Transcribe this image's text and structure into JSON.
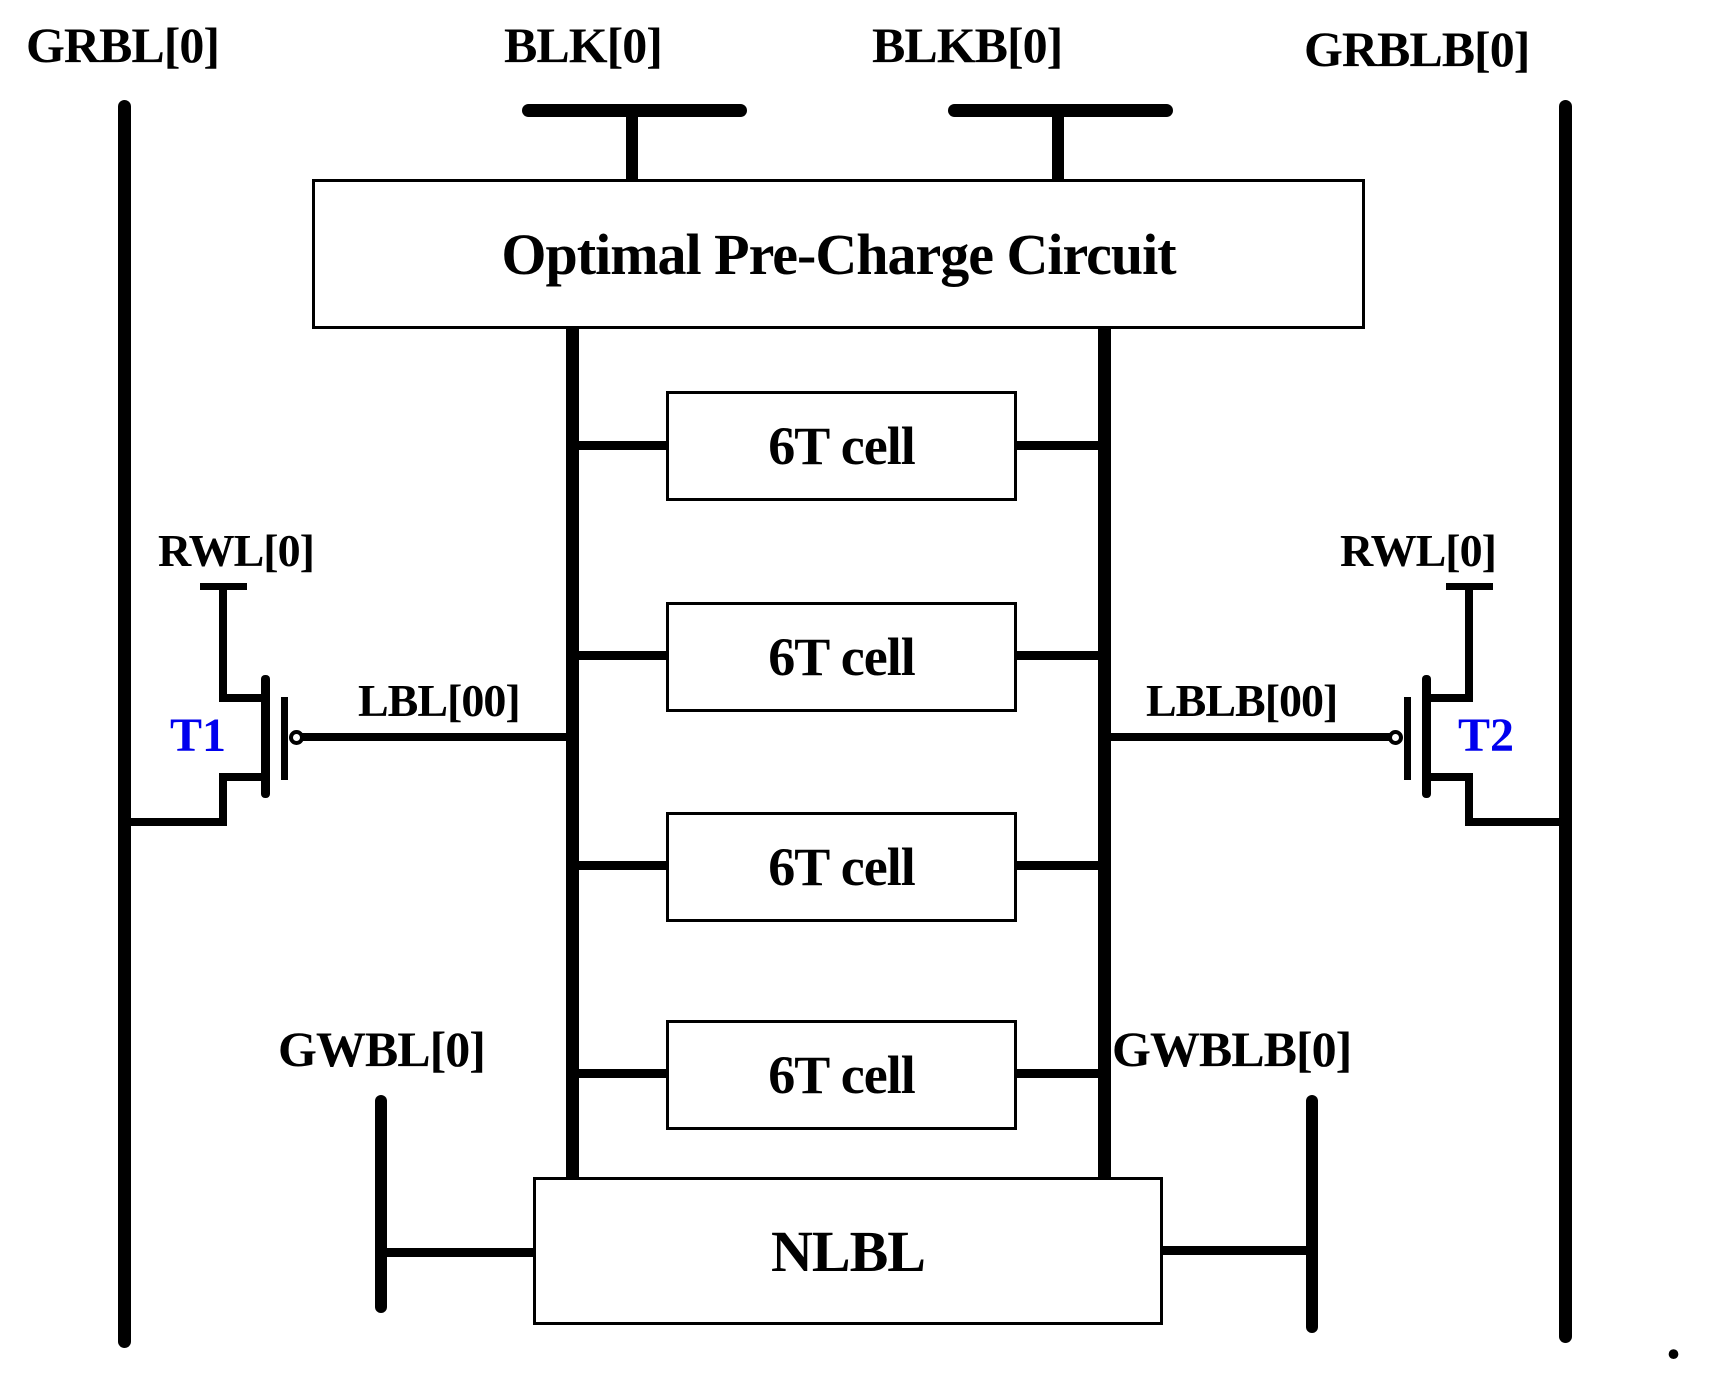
{
  "signals": {
    "grbl": "GRBL[0]",
    "blk": "BLK[0]",
    "blkb": "BLKB[0]",
    "grblb": "GRBLB[0]",
    "rwl_left": "RWL[0]",
    "rwl_right": "RWL[0]",
    "lbl": "LBL[00]",
    "lblb": "LBLB[00]",
    "gwbl": "GWBL[0]",
    "gwblb": "GWBLB[0]"
  },
  "transistors": {
    "t1": "T1",
    "t2": "T2"
  },
  "blocks": {
    "precharge": "Optimal Pre-Charge Circuit",
    "nlbl": "NLBL"
  },
  "cells": [
    {
      "label": "6T cell"
    },
    {
      "label": "6T cell"
    },
    {
      "label": "6T cell"
    },
    {
      "label": "6T cell"
    }
  ],
  "caption_period": ".",
  "colors": {
    "wire": "#000000",
    "text": "#000000",
    "transistor_label": "#0000ee",
    "background": "#ffffff"
  }
}
